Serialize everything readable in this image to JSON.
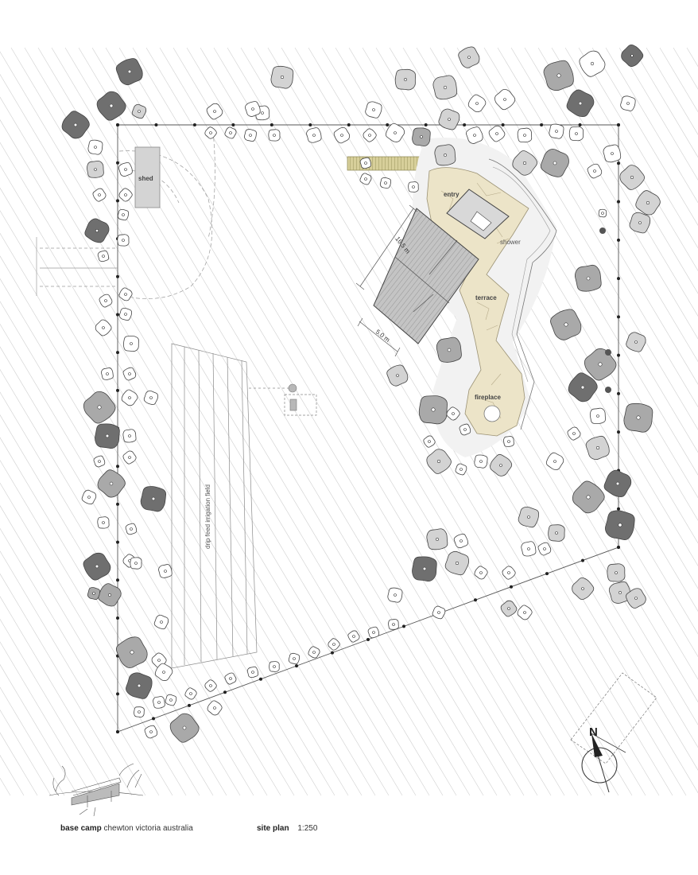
{
  "labels": {
    "shed": "shed",
    "entry": "entry",
    "shower": "shower",
    "terrace": "terrace",
    "fireplace": "fireplace",
    "irrigation": "drip feed irrigation field",
    "dim_length": "16.5 m",
    "dim_width": "5.0 m",
    "north": "N"
  },
  "caption": {
    "project_name": "base camp",
    "location": "chewton victoria australia",
    "drawing_title": "site plan",
    "scale": "1:250"
  },
  "colors": {
    "tree_dark": "#6f6f6f",
    "tree_mid": "#a9a9a9",
    "tree_light": "#d3d3d3",
    "paving": "#ece4c8",
    "roof": "#c2c2c2",
    "deck": "#c9c08a"
  }
}
